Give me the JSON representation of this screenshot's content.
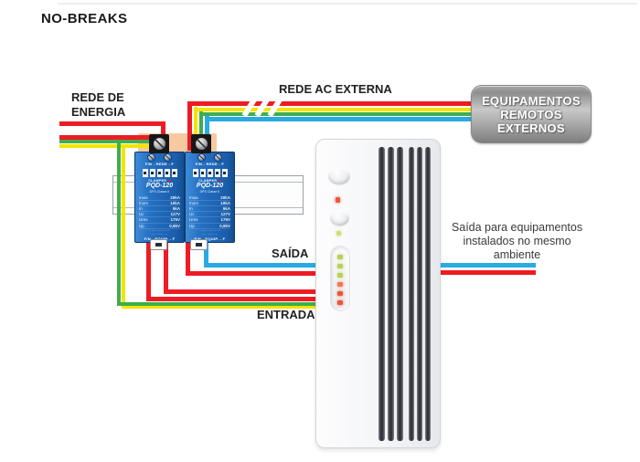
{
  "page": {
    "title": "NO-BREAKS"
  },
  "labels": {
    "power_network": {
      "lines": [
        "REDE DE",
        "ENERGIA"
      ]
    },
    "external_ac_network": "REDE AC EXTERNA",
    "ups_output": "SAÍDA",
    "ups_input": "ENTRADA",
    "local_output_note": {
      "lines": [
        "Saída para equipamentos",
        "instalados no mesmo",
        "ambiente"
      ]
    }
  },
  "remote_equipment_badge": {
    "lines": [
      "EQUIPAMENTOS",
      "REMOTOS",
      "EXTERNOS"
    ]
  },
  "surge_protector": {
    "top_terminal_label": "F/N - REDE - F",
    "brand": "CLAMPER",
    "model": "PQD-120",
    "model_subtitle": "DPS Classe II",
    "specs": [
      {
        "k": "Imax",
        "v": "20kA"
      },
      {
        "k": "Inom",
        "v": "10kA"
      },
      {
        "k": "In",
        "v": "5kA"
      },
      {
        "k": "Uc",
        "v": "127V"
      },
      {
        "k": "Ures",
        "v": "175V"
      },
      {
        "k": "Up",
        "v": "0,9kV"
      }
    ],
    "fine_print": {
      "line1": "·· ····· ········ ···",
      "line2": "···· ······ ···"
    },
    "bottom_terminal_label": "F/N - EQUIP. - F"
  },
  "ups": {
    "power_led_color": "#ea5743",
    "line_led_color": "#cddc76",
    "status_led_colors": [
      "#b9d05a",
      "#b9d05a",
      "#b9d05a",
      "#ef7a52",
      "#e65a3c",
      "#e65a3c"
    ]
  },
  "colors": {
    "wire_red": "#ed1c24",
    "wire_yellow": "#f3e400",
    "wire_green": "#3fae49",
    "wire_cyan": "#29abe2",
    "duct_orange": "#f8c9a1",
    "device_blue": "#1e69b8",
    "badge_gray": "#9a9a9a"
  }
}
